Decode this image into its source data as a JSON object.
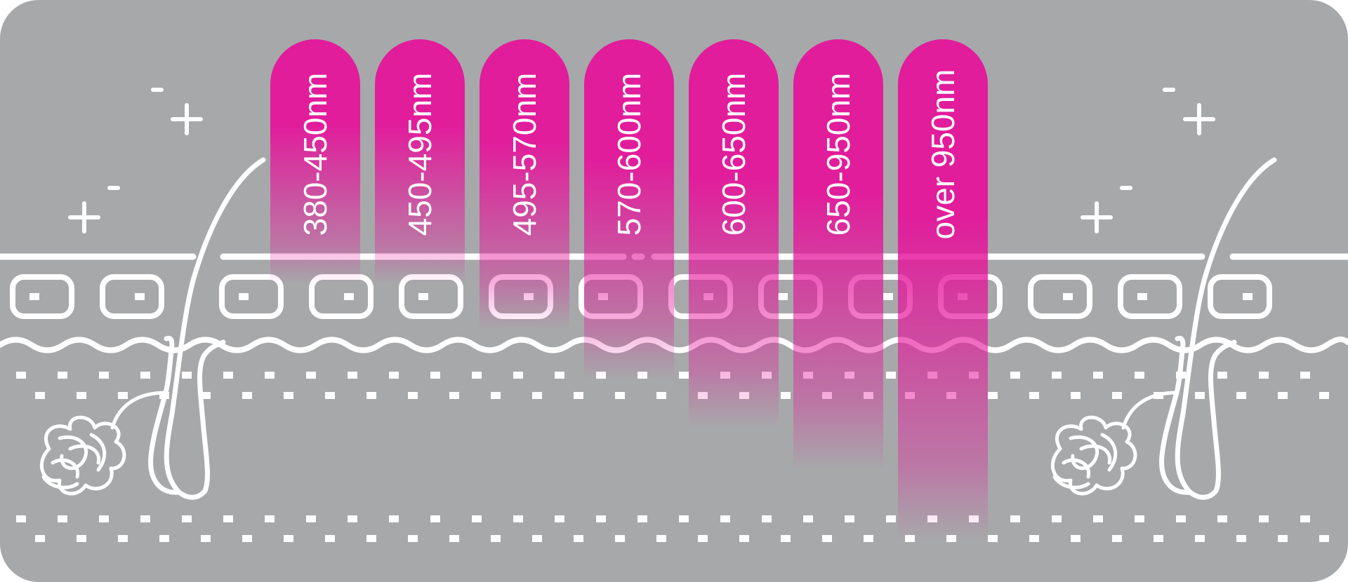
{
  "colors": {
    "background": "#a7a8aa",
    "band": "#e6119a",
    "line": "#ffffff"
  },
  "wavelength_bands": [
    {
      "label": "380-450nm",
      "depth": "epidermis-upper"
    },
    {
      "label": "450-495nm",
      "depth": "epidermis-upper"
    },
    {
      "label": "495-570nm",
      "depth": "epidermis"
    },
    {
      "label": "570-600nm",
      "depth": "dermal-junction"
    },
    {
      "label": "600-650nm",
      "depth": "upper-dermis"
    },
    {
      "label": "650-950nm",
      "depth": "mid-dermis"
    },
    {
      "label": "over 950nm",
      "depth": "deep-dermis"
    }
  ],
  "decorations": {
    "sign_icons": [
      "minus-icon",
      "plus-icon",
      "minus-icon",
      "plus-icon"
    ],
    "follicle_icons": [
      "hair-follicle-icon",
      "hair-follicle-icon"
    ],
    "gland_icons": [
      "sebaceous-gland-icon",
      "sebaceous-gland-icon"
    ]
  }
}
